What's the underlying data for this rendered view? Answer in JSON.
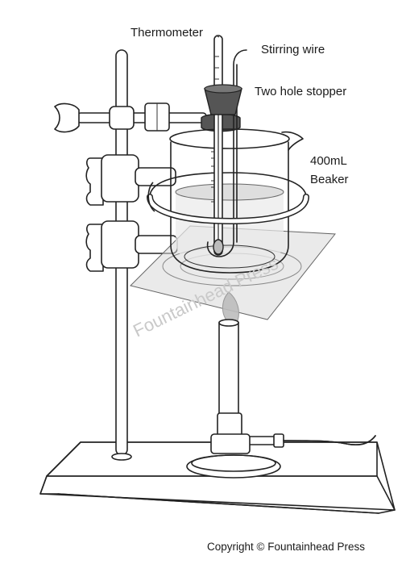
{
  "labels": {
    "thermometer": "Thermometer",
    "stirring_wire": "Stirring wire",
    "stopper": "Two hole stopper",
    "beaker_line1": "400mL",
    "beaker_line2": "Beaker"
  },
  "watermark": "Fountainhead Press",
  "copyright": "Copyright © Fountainhead Press",
  "colors": {
    "outline": "#222222",
    "stopper": "#555555",
    "water": "#e3e3e3",
    "flame": "#bdbdbd",
    "wire_gauze": "#d9d9d9",
    "watermark": "#c9c9c9"
  }
}
